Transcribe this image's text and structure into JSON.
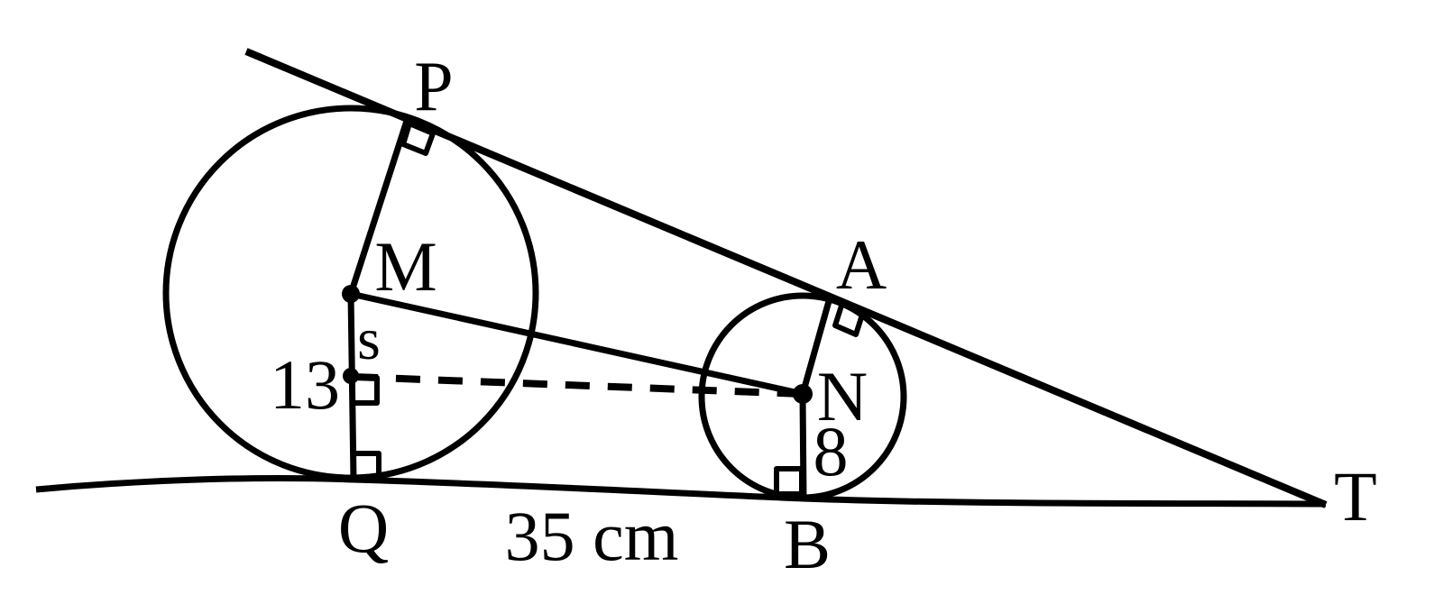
{
  "diagram": {
    "description": "Two tangent circles geometry figure: external tangent lines from point T touch large circle (center M, radius 13) at P and Q, and small circle (center N, radius 8) at A and B; QB = 35 cm; S is foot of perpendicular on MQ with dashed segment SN",
    "ink": "#000000",
    "background": "#ffffff",
    "points": {
      "p": "P",
      "m": "M",
      "s": "s",
      "q": "Q",
      "a": "A",
      "n": "N",
      "b": "B",
      "t": "T"
    },
    "measurements": {
      "large_circle_radius": "13",
      "small_circle_radius": "8",
      "qb_distance": "35 cm"
    }
  }
}
